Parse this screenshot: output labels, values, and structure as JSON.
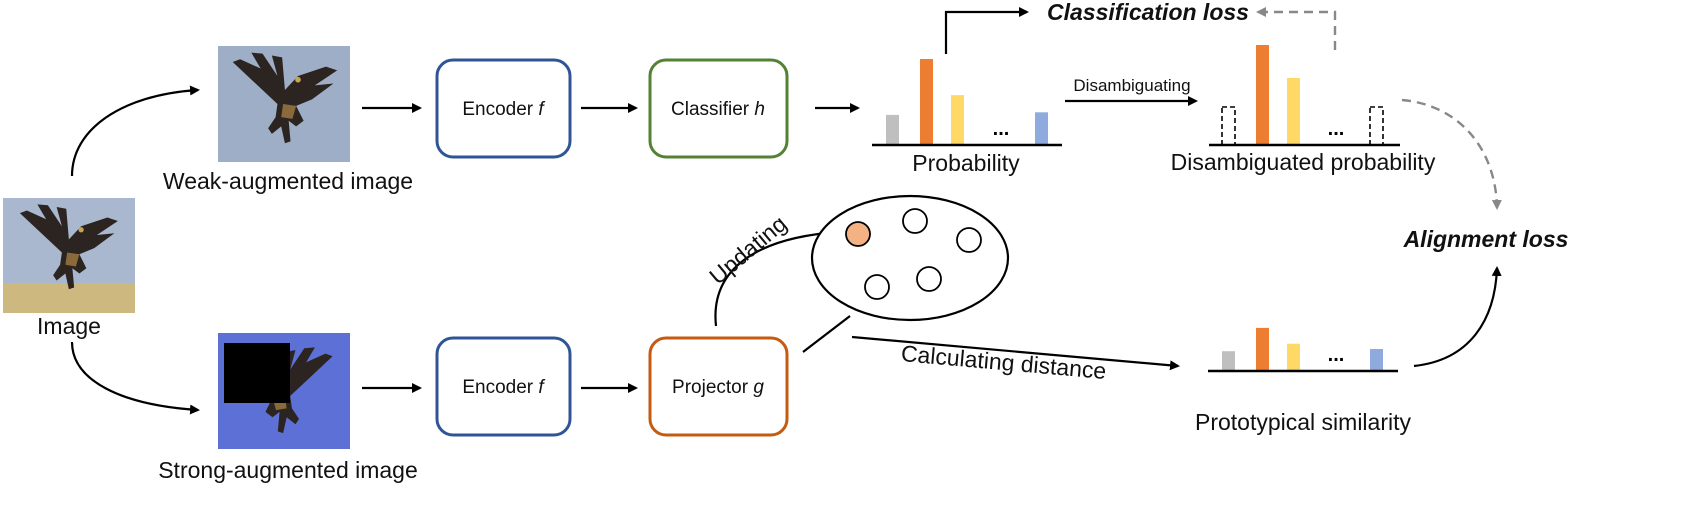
{
  "labels": {
    "image": "Image",
    "weak_image": "Weak-augmented image",
    "strong_image": "Strong-augmented image",
    "probability": "Probability",
    "disambiguated_probability": "Disambiguated probability",
    "prototypical_similarity": "Prototypical similarity",
    "classification_loss": "Classification loss",
    "alignment_loss": "Alignment loss",
    "disambiguating": "Disambiguating",
    "updating": "Updating",
    "calculating_distance": "Calculating distance",
    "ellipsis": "..."
  },
  "boxes": {
    "encoder_top": {
      "text": "Encoder ",
      "var": "f",
      "color": "#2f5597"
    },
    "classifier": {
      "text": "Classifier ",
      "var": "h",
      "color": "#548235"
    },
    "encoder_bottom": {
      "text": "Encoder ",
      "var": "f",
      "color": "#2f5597"
    },
    "projector": {
      "text": "Projector ",
      "var": "g",
      "color": "#c55a11"
    }
  },
  "colors": {
    "gray": "#bfbfbf",
    "orange": "#ed7d31",
    "yellow": "#ffd966",
    "blue": "#8faadc",
    "prototype_fill": "#f4b183"
  },
  "chart_data": [
    {
      "type": "bar",
      "values": [
        0.35,
        1.0,
        0.58,
        0.38
      ]
    },
    {
      "type": "bar",
      "values": [
        0.38,
        1.0,
        0.67,
        0.38
      ]
    },
    {
      "type": "bar",
      "values": [
        0.45,
        0.98,
        0.62,
        0.5
      ]
    }
  ]
}
